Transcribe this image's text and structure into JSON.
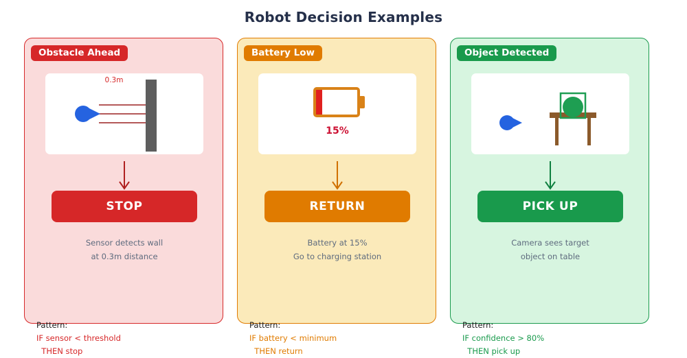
{
  "header": {
    "title": "Robot Decision Examples"
  },
  "colors": {
    "red": "#d62728",
    "orange": "#e07b00",
    "green": "#199a4c",
    "robot_blue": "#2563e0",
    "wall_gray": "#5e5e5e",
    "table_brown": "#8b5a2b",
    "battery_fill_red": "#e0201f",
    "title_navy": "#25304a",
    "desc_gray": "#5e6b7e"
  },
  "panels": [
    {
      "badge": "Obstacle Ahead",
      "scene": "obstacle-scene",
      "distance_label": "0.3m",
      "action": "STOP",
      "description_lines": [
        "Sensor detects wall",
        "at 0.3m distance"
      ],
      "pattern_label": "Pattern:",
      "pattern_rule": "IF sensor < threshold\n  THEN stop"
    },
    {
      "badge": "Battery Low",
      "scene": "battery-scene",
      "battery_percent": "15%",
      "battery_level": 15,
      "action": "RETURN",
      "description_lines": [
        "Battery at 15%",
        "Go to charging station"
      ],
      "pattern_label": "Pattern:",
      "pattern_rule": "IF battery < minimum\n  THEN return"
    },
    {
      "badge": "Object Detected",
      "scene": "object-scene",
      "action": "PICK UP",
      "description_lines": [
        "Camera sees target",
        "object on table"
      ],
      "pattern_label": "Pattern:",
      "pattern_rule": "IF confidence > 80%\n  THEN pick up"
    }
  ]
}
